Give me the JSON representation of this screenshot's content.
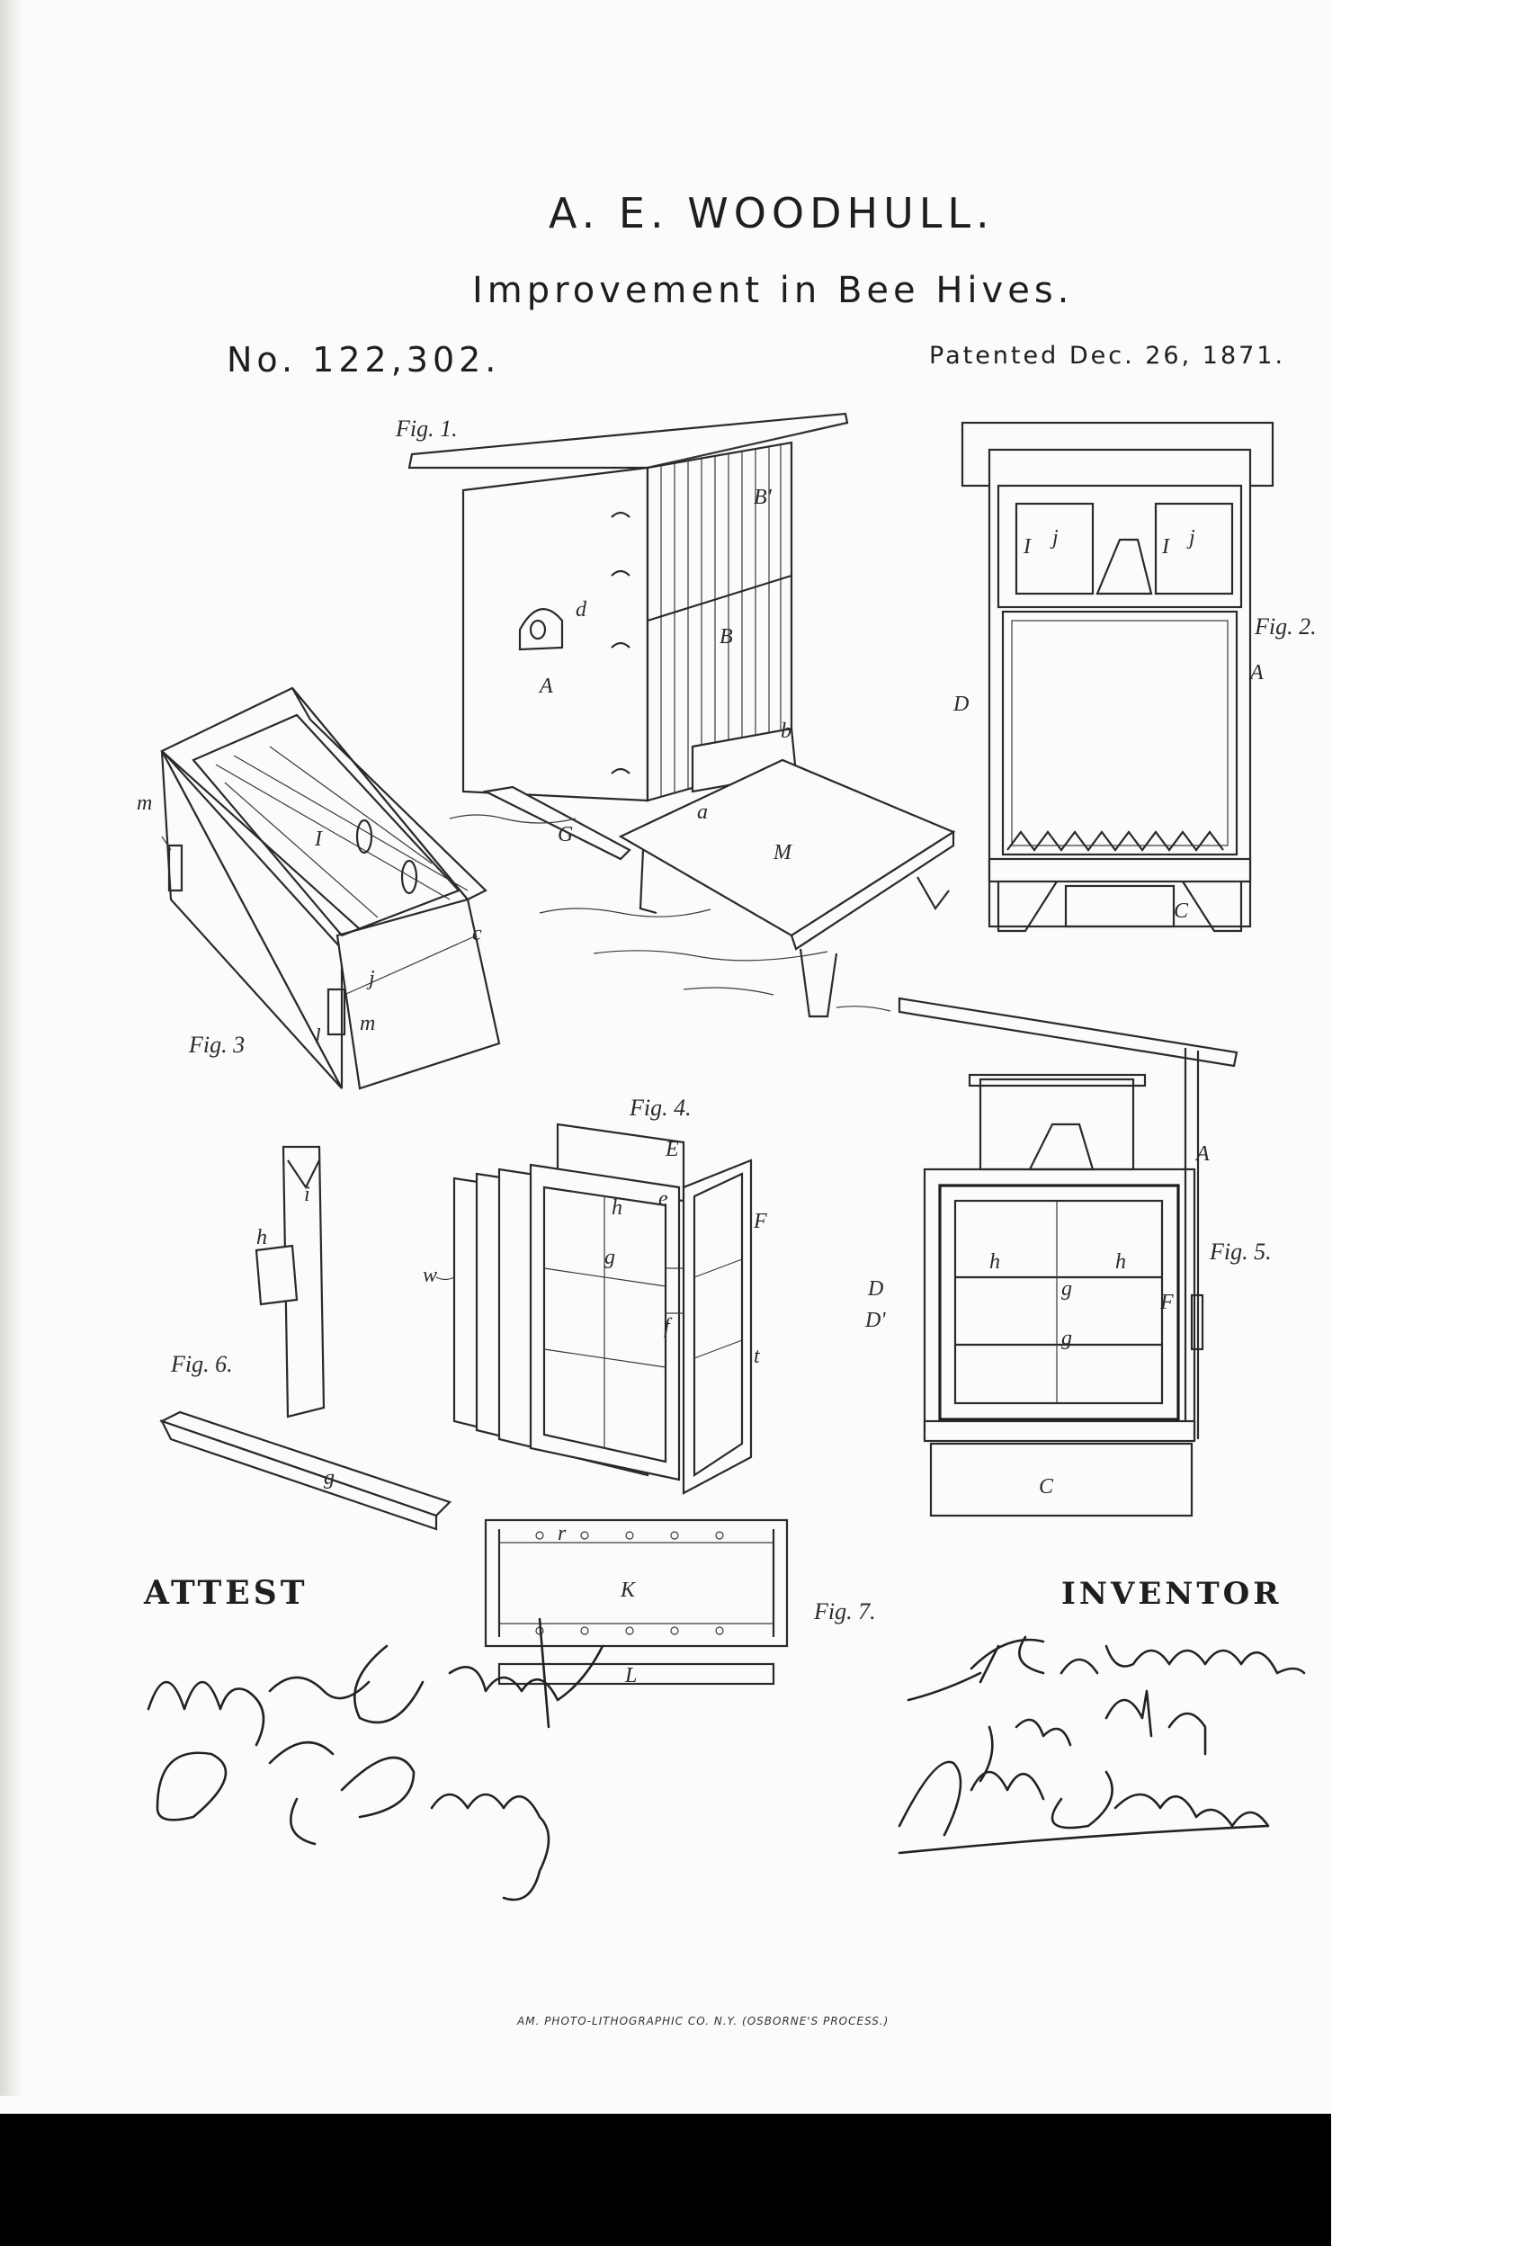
{
  "header": {
    "inventor": "A. E. WOODHULL.",
    "title": "Improvement in Bee Hives.",
    "patent_number": "No. 122,302.",
    "date": "Patented Dec. 26, 1871."
  },
  "figures": {
    "fig1": {
      "label": "Fig. 1.",
      "parts": [
        "B'",
        "B",
        "A",
        "d",
        "b",
        "a",
        "G",
        "M"
      ]
    },
    "fig2": {
      "label": "Fig. 2.",
      "parts": [
        "I",
        "j",
        "I",
        "j",
        "D",
        "A",
        "C"
      ]
    },
    "fig3": {
      "label": "Fig. 3",
      "parts": [
        "I",
        "m",
        "c",
        "l",
        "j",
        "m"
      ]
    },
    "fig4": {
      "label": "Fig. 4.",
      "parts": [
        "E",
        "F",
        "w",
        "g",
        "h",
        "e",
        "f",
        "t"
      ]
    },
    "fig5": {
      "label": "Fig. 5.",
      "parts": [
        "A",
        "h",
        "h",
        "g",
        "g",
        "D",
        "D'",
        "F",
        "C"
      ]
    },
    "fig6": {
      "label": "Fig. 6.",
      "parts": [
        "i",
        "h",
        "g"
      ]
    },
    "fig7": {
      "label": "Fig. 7.",
      "parts": [
        "K",
        "r",
        "L"
      ]
    }
  },
  "attestation": {
    "label": "ATTEST",
    "witnesses": [
      "Myron H. Church",
      "P. F. Barry"
    ]
  },
  "inventor_block": {
    "label": "INVENTOR",
    "signatures": [
      "A. E. Woodhull",
      "per atty",
      "Thos S. Sprague"
    ]
  },
  "footer": {
    "credit": "AM. PHOTO-LITHOGRAPHIC CO. N.Y. (OSBORNE'S PROCESS.)"
  }
}
